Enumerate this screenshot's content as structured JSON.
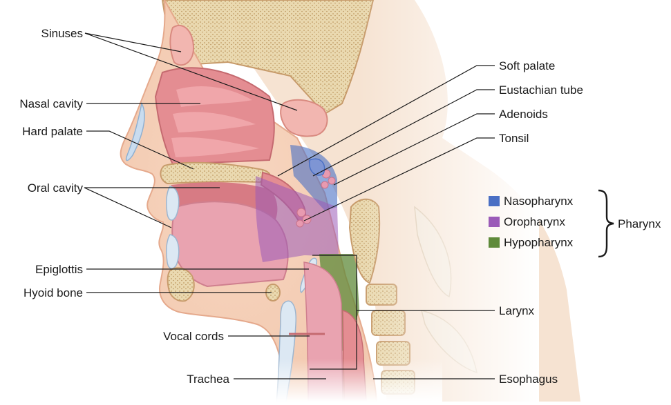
{
  "labels": {
    "sinuses": "Sinuses",
    "nasal_cavity": "Nasal cavity",
    "hard_palate": "Hard palate",
    "oral_cavity": "Oral cavity",
    "epiglottis": "Epiglottis",
    "hyoid_bone": "Hyoid bone",
    "vocal_cords": "Vocal cords",
    "trachea": "Trachea",
    "soft_palate": "Soft palate",
    "eustachian_tube": "Eustachian tube",
    "adenoids": "Adenoids",
    "tonsil": "Tonsil",
    "larynx": "Larynx",
    "esophagus": "Esophagus"
  },
  "legend": {
    "group_label": "Pharynx",
    "items": [
      {
        "label": "Nasopharynx",
        "color": "#4a6fc4"
      },
      {
        "label": "Oropharynx",
        "color": "#9b5bb8"
      },
      {
        "label": "Hypopharynx",
        "color": "#5f8a3a"
      }
    ]
  }
}
